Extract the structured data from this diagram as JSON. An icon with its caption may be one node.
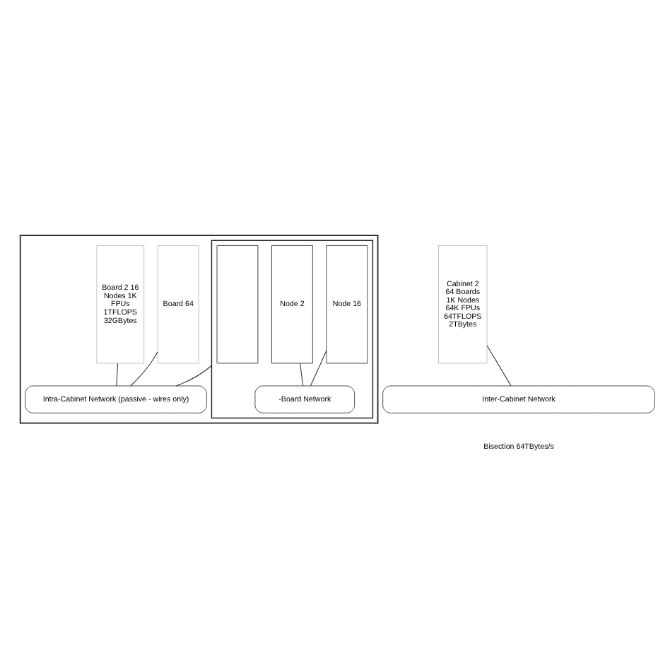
{
  "diagram": {
    "nodes": [
      {
        "text": [],
        "shape": "box"
      },
      {
        "text": [],
        "shape": "box",
        "in": 0
      },
      {
        "text": [],
        "shape": "box",
        "in": 1
      },
      {
        "text": [
          "Node 2"
        ],
        "in": 1
      },
      {
        "text": [
          "Node 16"
        ],
        "in": 1
      },
      {
        "text": [
          "-Board Network"
        ],
        "in": 1
      },
      {
        "text": [
          "Board 2 16 Nodes 1K FPUs 1TFLOPS 32GBytes"
        ],
        "in": 0
      },
      {
        "text": [
          "Board 64"
        ],
        "in": 0
      },
      {
        "text": [
          "Intra-Cabinet Network (passive - wires only)"
        ],
        "in": 0
      },
      {
        "text": [
          "Cabinet 2 64 Boards 1K Nodes 64K FPUs 64TFLOPS 2TBytes"
        ]
      },
      {
        "text": [
          "Inter-Cabinet Network"
        ]
      }
    ],
    "edges": [
      {
        "from": 3,
        "to": 5,
        "arrow": "none"
      },
      {
        "from": 4,
        "to": 5,
        "arrow": "none"
      },
      {
        "from": 1,
        "to": 8,
        "arrow": "none"
      },
      {
        "from": 6,
        "to": 8,
        "arrow": "none"
      },
      {
        "from": 7,
        "to": 8,
        "arrow": "none"
      },
      {
        "from": 9,
        "to": 10,
        "arrow": "none"
      }
    ],
    "labels": [
      "Bisection 64TBytes/s"
    ]
  }
}
